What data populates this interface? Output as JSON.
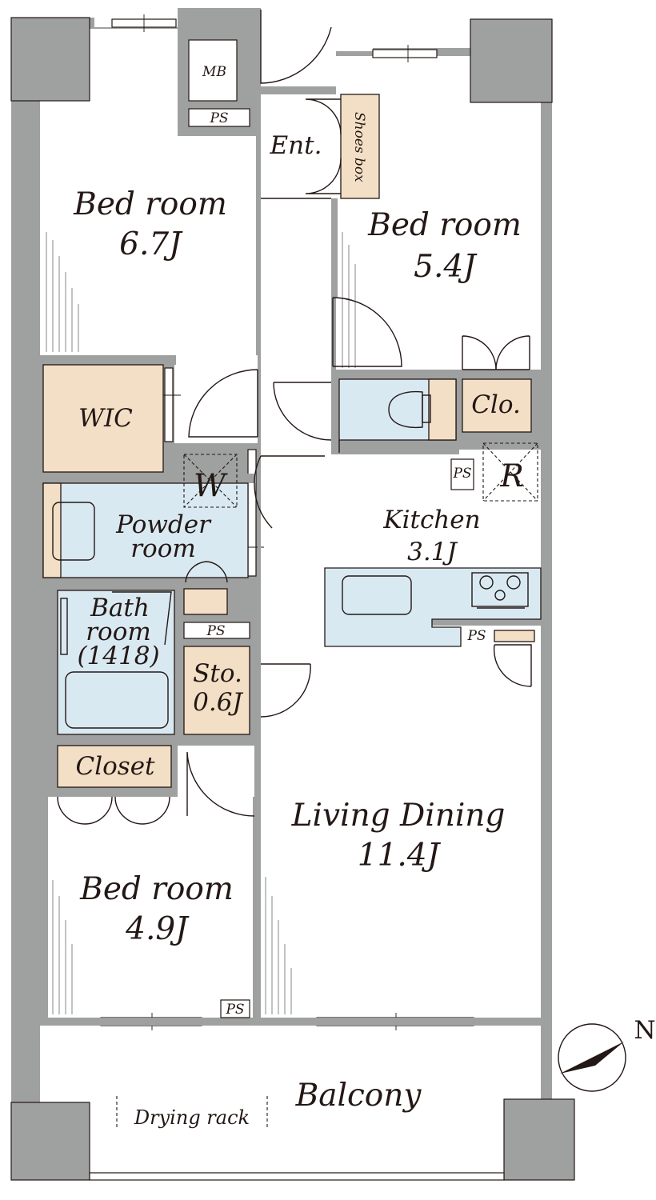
{
  "rooms": {
    "bedroom1": {
      "name": "Bed room",
      "size": "6.7J"
    },
    "bedroom2": {
      "name": "Bed room",
      "size": "5.4J"
    },
    "bedroom3": {
      "name": "Bed room",
      "size": "4.9J"
    },
    "living": {
      "name": "Living Dining",
      "size": "11.4J"
    },
    "kitchen": {
      "name": "Kitchen",
      "size": "3.1J"
    },
    "wic": "WIC",
    "powder": {
      "line1": "Powder",
      "line2": "room"
    },
    "bath": {
      "line1": "Bath",
      "line2": "room",
      "line3": "(1418)"
    },
    "storage": {
      "name": "Sto.",
      "size": "0.6J"
    },
    "closet": "Closet",
    "clo": "Clo.",
    "entrance": "Ent.",
    "shoes_box": "Shoes box",
    "balcony": "Balcony"
  },
  "fixtures": {
    "mb": "MB",
    "ps": "PS",
    "washer": "W",
    "fridge": "R",
    "drying_rack": "Drying rack"
  },
  "compass": {
    "north_label": "N"
  },
  "colors": {
    "wall": "#9fa0a0",
    "storage_fill": "#f3dfc6",
    "wet_area_fill": "#d9e9f2",
    "ink": "#231815"
  }
}
